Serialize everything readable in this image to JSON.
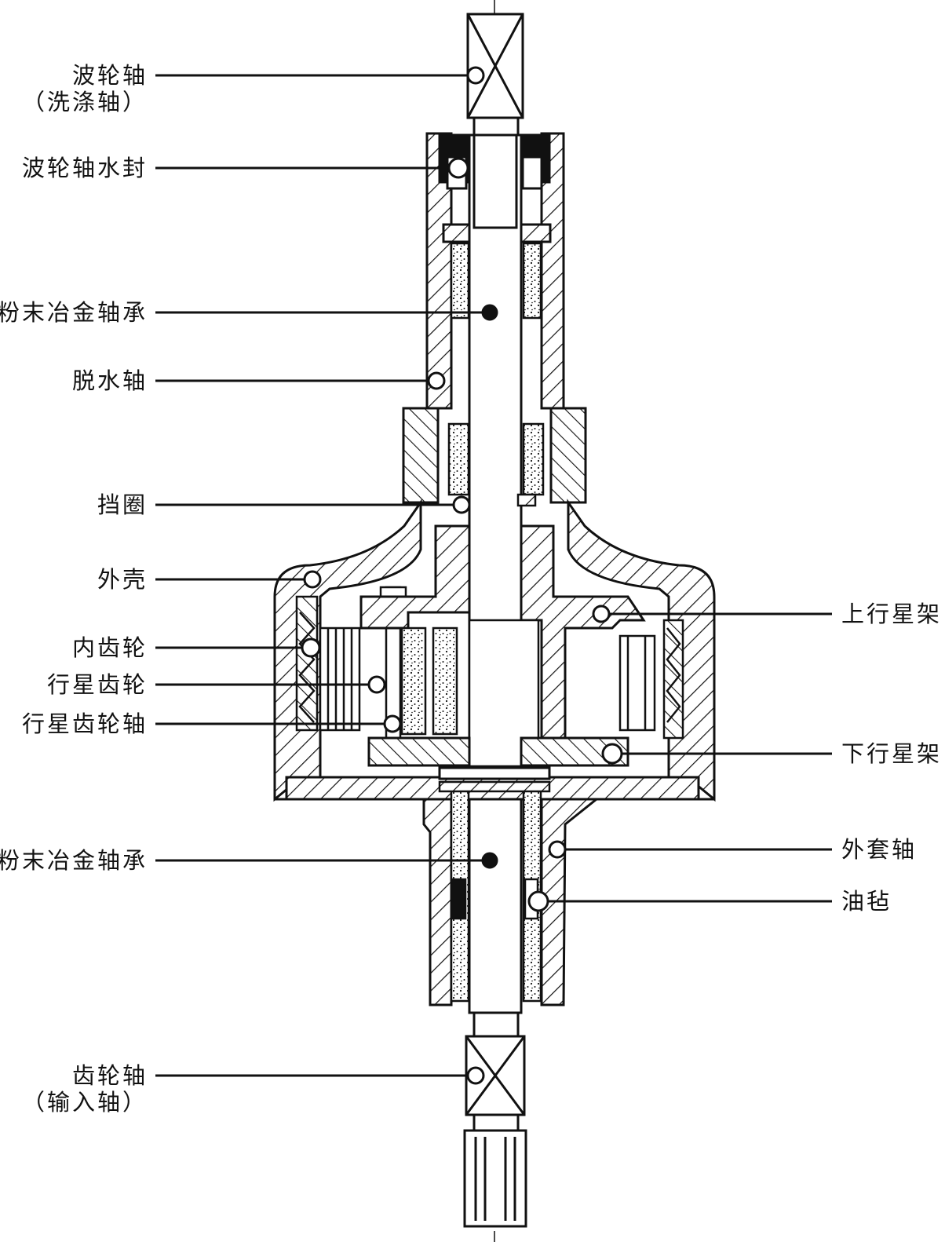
{
  "labels_left": [
    {
      "id": "impeller-shaft",
      "text": "波轮轴",
      "sub": "（洗涤轴）"
    },
    {
      "id": "impeller-shaft-seal",
      "text": "波轮轴水封"
    },
    {
      "id": "pm-bearing-upper",
      "text": "粉末冶金轴承"
    },
    {
      "id": "spin-shaft",
      "text": "脱水轴"
    },
    {
      "id": "retaining-ring",
      "text": "挡圈"
    },
    {
      "id": "housing",
      "text": "外壳"
    },
    {
      "id": "inner-gear",
      "text": "内齿轮"
    },
    {
      "id": "planet-gear",
      "text": "行星齿轮"
    },
    {
      "id": "planet-gear-shaft",
      "text": "行星齿轮轴"
    },
    {
      "id": "pm-bearing-lower",
      "text": "粉末冶金轴承"
    },
    {
      "id": "gear-shaft",
      "text": "齿轮轴",
      "sub": "（输入轴）"
    }
  ],
  "labels_right": [
    {
      "id": "upper-planet-carrier",
      "text": "上行星架"
    },
    {
      "id": "lower-planet-carrier",
      "text": "下行星架"
    },
    {
      "id": "outer-sleeve-shaft",
      "text": "外套轴"
    },
    {
      "id": "oil-felt",
      "text": "油毡"
    }
  ]
}
